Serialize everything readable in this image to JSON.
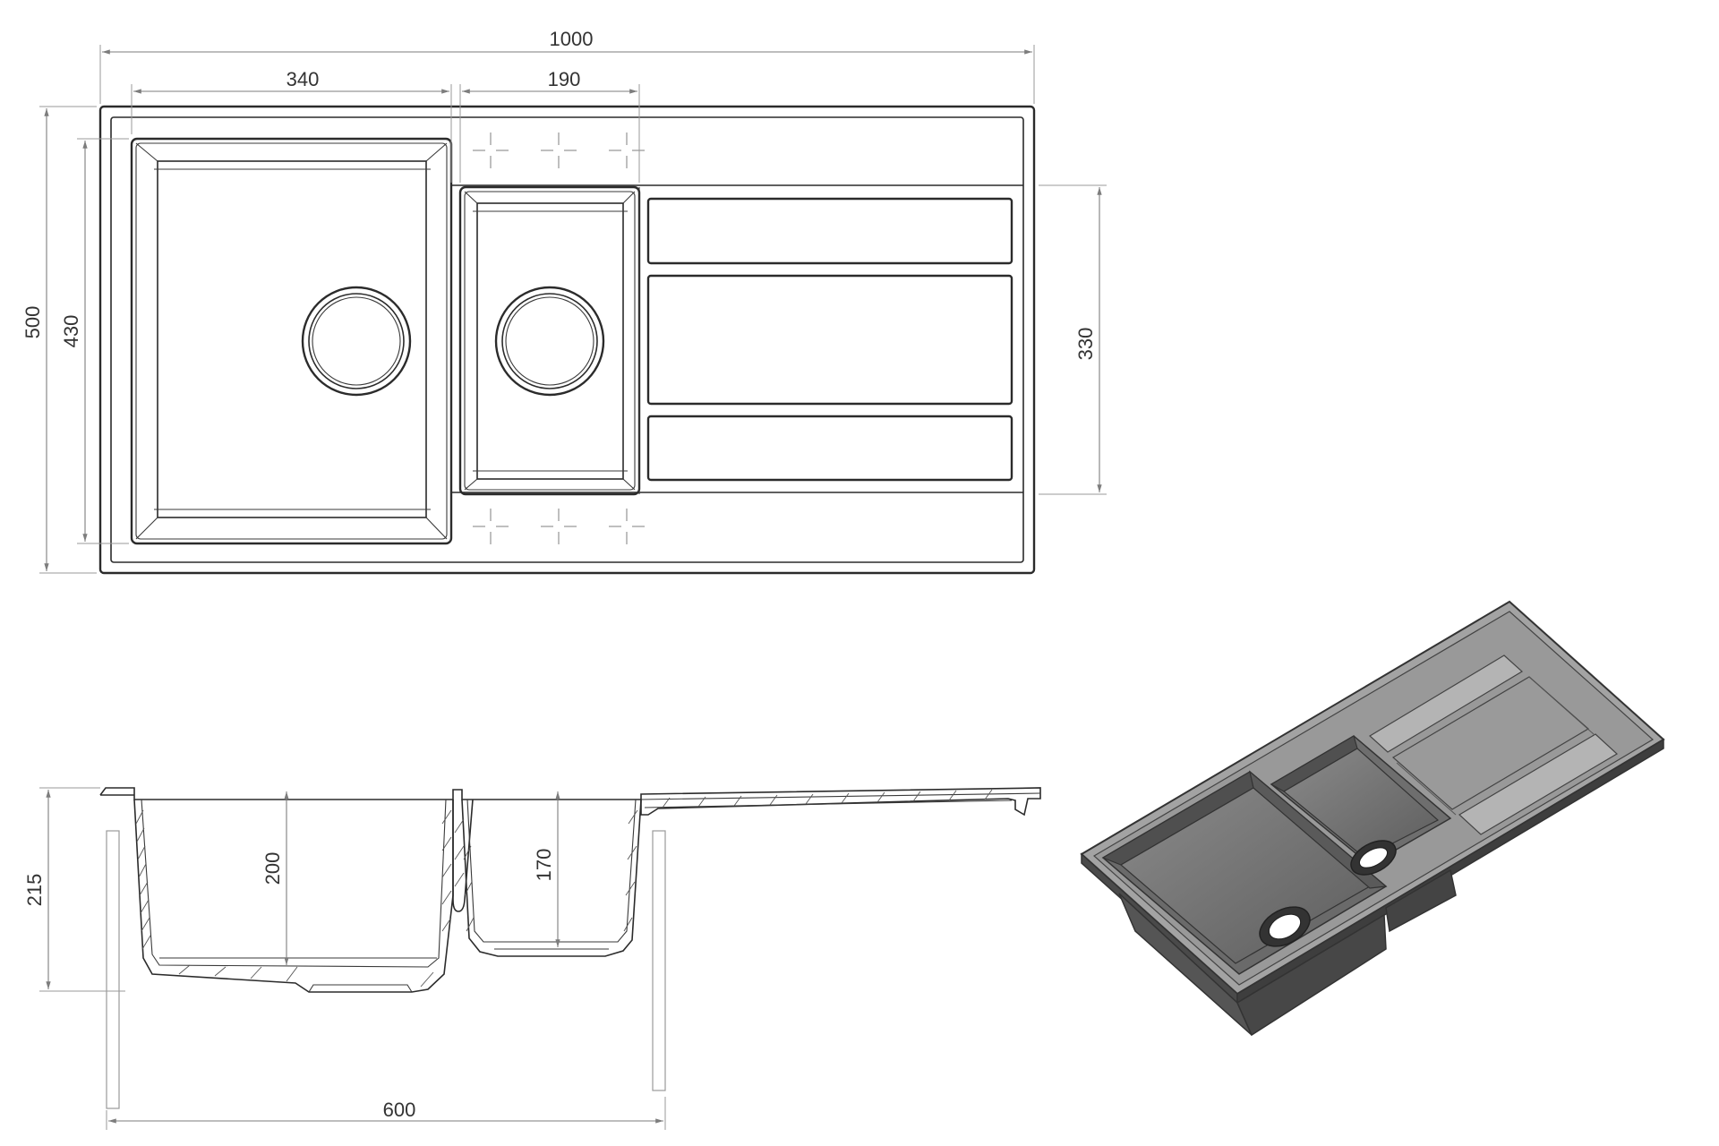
{
  "dimensions": {
    "overall_width": "1000",
    "large_bowl_width": "340",
    "small_bowl_width": "190",
    "overall_depth": "500",
    "bowl_depth": "430",
    "drainer_depth": "330",
    "overall_height": "215",
    "large_bowl_height": "200",
    "small_bowl_height": "170",
    "min_cabinet_width": "600"
  },
  "colors": {
    "line": "#2b2b2b",
    "dimension_line": "#7d7d7d",
    "render_body": "#5b5b5b",
    "render_surface": "#9c9c9c"
  }
}
